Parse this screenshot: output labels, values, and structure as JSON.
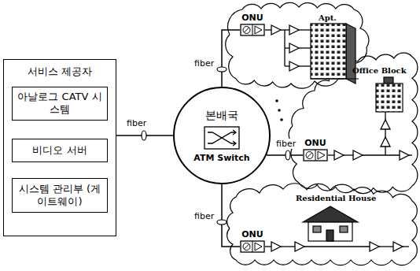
{
  "diagram": {
    "nodes": [
      {
        "text": [
          "서비스 제공자"
        ]
      },
      {
        "text": [
          "아날로그 CATV 시스템"
        ],
        "in": 0
      },
      {
        "text": [
          "비디오 서버"
        ],
        "in": 0
      },
      {
        "text": [
          "시스템 관리부 (게이트웨이)"
        ],
        "in": 0
      },
      {
        "text": [
          "본배국",
          "ATM Switch"
        ]
      },
      {
        "text": [
          "ONU"
        ]
      },
      {
        "text": [
          "ONU"
        ]
      },
      {
        "text": [
          "ONU"
        ]
      }
    ],
    "edges": [
      {
        "from": 0,
        "to": 4,
        "arrow": "none",
        "label": "fiber"
      },
      {
        "from": 4,
        "to": 5,
        "arrow": "none",
        "label": "fiber"
      },
      {
        "from": 4,
        "to": 6,
        "arrow": "none",
        "label": "fiber"
      },
      {
        "from": 4,
        "to": 7,
        "arrow": "none",
        "label": "fiber"
      }
    ],
    "labels": [
      "Apt.",
      "Office Block",
      "Residential House"
    ]
  }
}
